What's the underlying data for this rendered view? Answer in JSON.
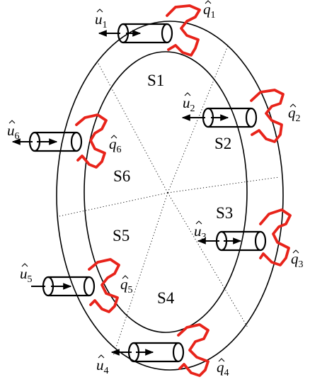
{
  "segments": [
    "S1",
    "S2",
    "S3",
    "S4",
    "S5",
    "S6"
  ],
  "inputs": [
    {
      "symbol": "u",
      "index": "1"
    },
    {
      "symbol": "u",
      "index": "2"
    },
    {
      "symbol": "u",
      "index": "3"
    },
    {
      "symbol": "u",
      "index": "4"
    },
    {
      "symbol": "u",
      "index": "5"
    },
    {
      "symbol": "u",
      "index": "6"
    }
  ],
  "outputs": [
    {
      "symbol": "q",
      "index": "1"
    },
    {
      "symbol": "q",
      "index": "2"
    },
    {
      "symbol": "q",
      "index": "3"
    },
    {
      "symbol": "q",
      "index": "4"
    },
    {
      "symbol": "q",
      "index": "5"
    },
    {
      "symbol": "q",
      "index": "6"
    }
  ],
  "colors": {
    "hook": "#e8231a",
    "lines": "#000000",
    "background": "#ffffff"
  }
}
